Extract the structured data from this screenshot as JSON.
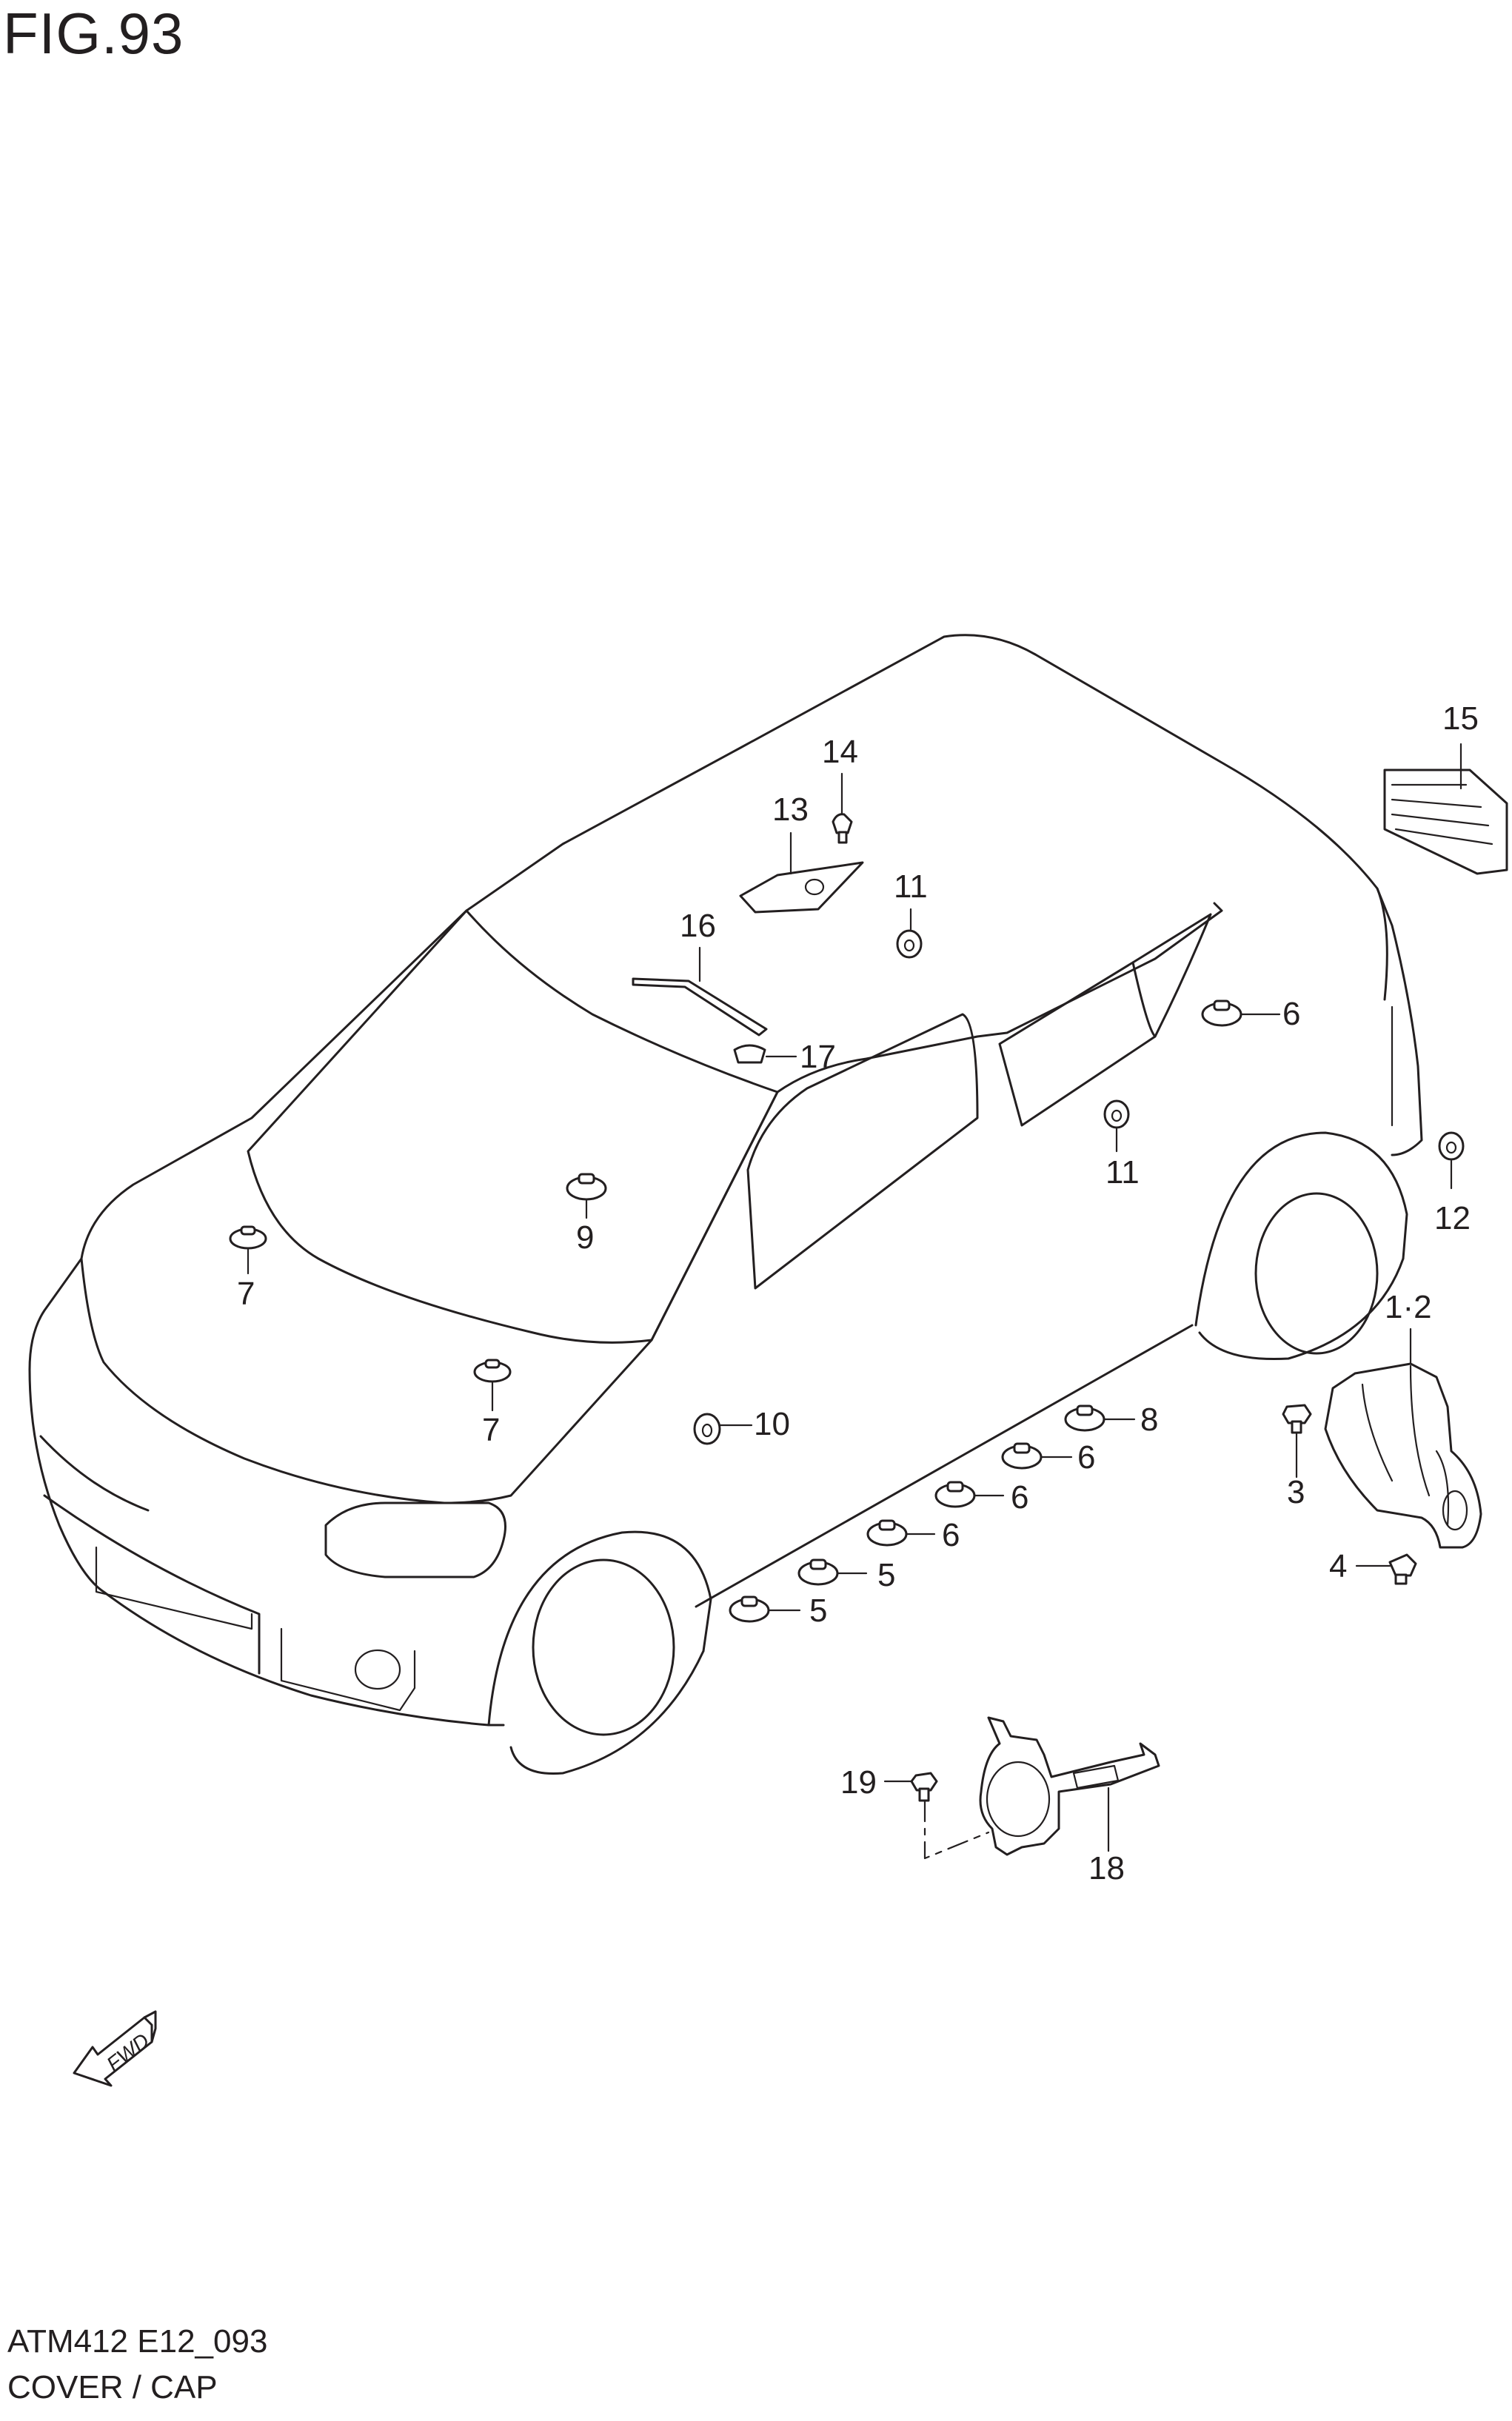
{
  "figure": {
    "title": "FIG.93",
    "code": "ATM412 E12_093",
    "name": "COVER / CAP",
    "fwd_label": "FWD"
  },
  "callouts": [
    {
      "id": "c-15",
      "label": "15"
    },
    {
      "id": "c-14",
      "label": "14"
    },
    {
      "id": "c-13",
      "label": "13"
    },
    {
      "id": "c-11a",
      "label": "11"
    },
    {
      "id": "c-16",
      "label": "16"
    },
    {
      "id": "c-6a",
      "label": "6"
    },
    {
      "id": "c-17",
      "label": "17"
    },
    {
      "id": "c-11b",
      "label": "11"
    },
    {
      "id": "c-12",
      "label": "12"
    },
    {
      "id": "c-9",
      "label": "9"
    },
    {
      "id": "c-7a",
      "label": "7"
    },
    {
      "id": "c-12b",
      "label": "1·2"
    },
    {
      "id": "c-7b",
      "label": "7"
    },
    {
      "id": "c-10",
      "label": "10"
    },
    {
      "id": "c-8",
      "label": "8"
    },
    {
      "id": "c-6b",
      "label": "6"
    },
    {
      "id": "c-3",
      "label": "3"
    },
    {
      "id": "c-6c",
      "label": "6"
    },
    {
      "id": "c-6d",
      "label": "6"
    },
    {
      "id": "c-4",
      "label": "4"
    },
    {
      "id": "c-5a",
      "label": "5"
    },
    {
      "id": "c-5b",
      "label": "5"
    },
    {
      "id": "c-19",
      "label": "19"
    },
    {
      "id": "c-18",
      "label": "18"
    }
  ],
  "colors": {
    "line": "#231f20",
    "background": "#ffffff"
  }
}
